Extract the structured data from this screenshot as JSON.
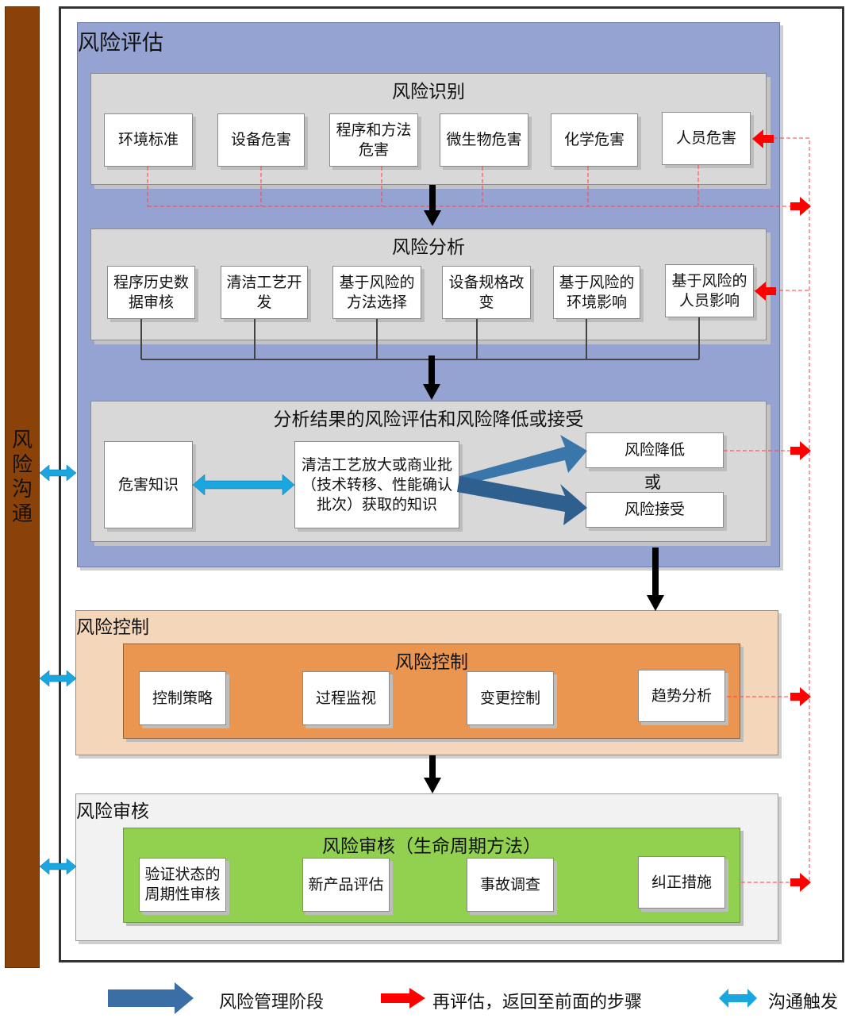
{
  "communication": {
    "label": "风险沟通"
  },
  "assessment": {
    "title": "风险评估",
    "identification": {
      "title": "风险识别",
      "items": [
        "环境标准",
        "设备危害",
        "程序和方法危害",
        "微生物危害",
        "化学危害",
        "人员危害"
      ]
    },
    "analysis": {
      "title": "风险分析",
      "items": [
        "程序历史数据审核",
        "清洁工艺开发",
        "基于风险的方法选择",
        "设备规格改变",
        "基于风险的环境影响",
        "基于风险的人员影响"
      ]
    },
    "evaluation": {
      "title": "分析结果的风险评估和风险降低或接受",
      "hazard_knowledge": "危害知识",
      "process_knowledge": "清洁工艺放大或商业批（技术转移、性能确认批次）获取的知识",
      "risk_reduction": "风险降低",
      "or_label": "或",
      "risk_acceptance": "风险接受"
    }
  },
  "control": {
    "outer_title": "风险控制",
    "inner_title": "风险控制",
    "items": [
      "控制策略",
      "过程监视",
      "变更控制",
      "趋势分析"
    ]
  },
  "review": {
    "outer_title": "风险审核",
    "inner_title": "风险审核（生命周期方法）",
    "items": [
      "验证状态的周期性审核",
      "新产品评估",
      "事故调查",
      "纠正措施"
    ]
  },
  "legend": {
    "stage": "风险管理阶段",
    "reassess": "再评估，返回至前面的步骤",
    "communication": "沟通触发"
  },
  "colors": {
    "stage_arrow": "#3a6ea5",
    "reassess_arrow": "#ff0000",
    "communication_arrow": "#1aa7e0",
    "assessment_bg": "#94a3d2",
    "control_outer_bg": "#f4d6bb",
    "control_inner_bg": "#eb9650",
    "review_outer_bg": "#f2f2f2",
    "review_inner_bg": "#92d050",
    "communication_bar": "#8b4209"
  }
}
